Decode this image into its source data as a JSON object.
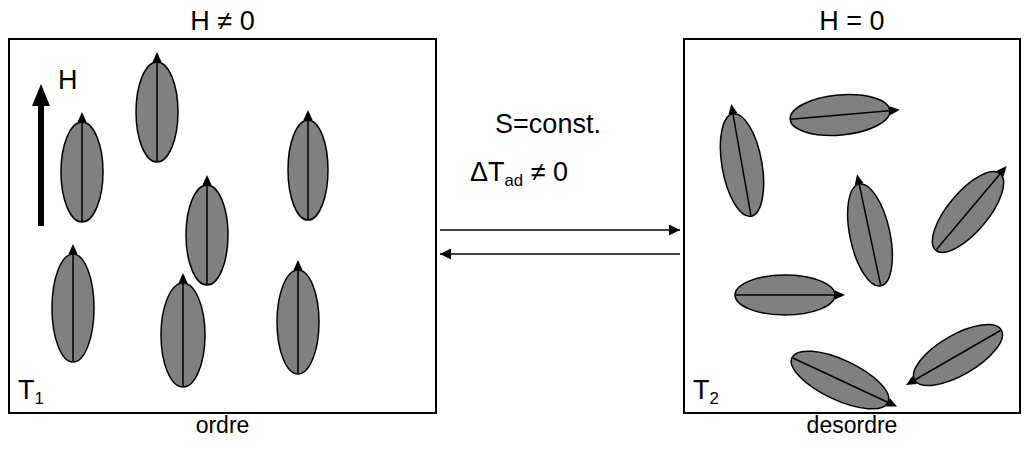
{
  "diagram": {
    "nodes": [
      {
        "text": [
          "H ≠ 0",
          "T1",
          "ordre"
        ]
      },
      {
        "text": [
          "H = 0",
          "T2",
          "desordre"
        ]
      }
    ],
    "edges": [
      {
        "from": 0,
        "to": 1,
        "arrow": "to",
        "label": "S=const."
      },
      {
        "from": 1,
        "to": 0,
        "arrow": "to"
      }
    ],
    "labels": [
      "H",
      "ΔTad ≠ 0"
    ]
  }
}
